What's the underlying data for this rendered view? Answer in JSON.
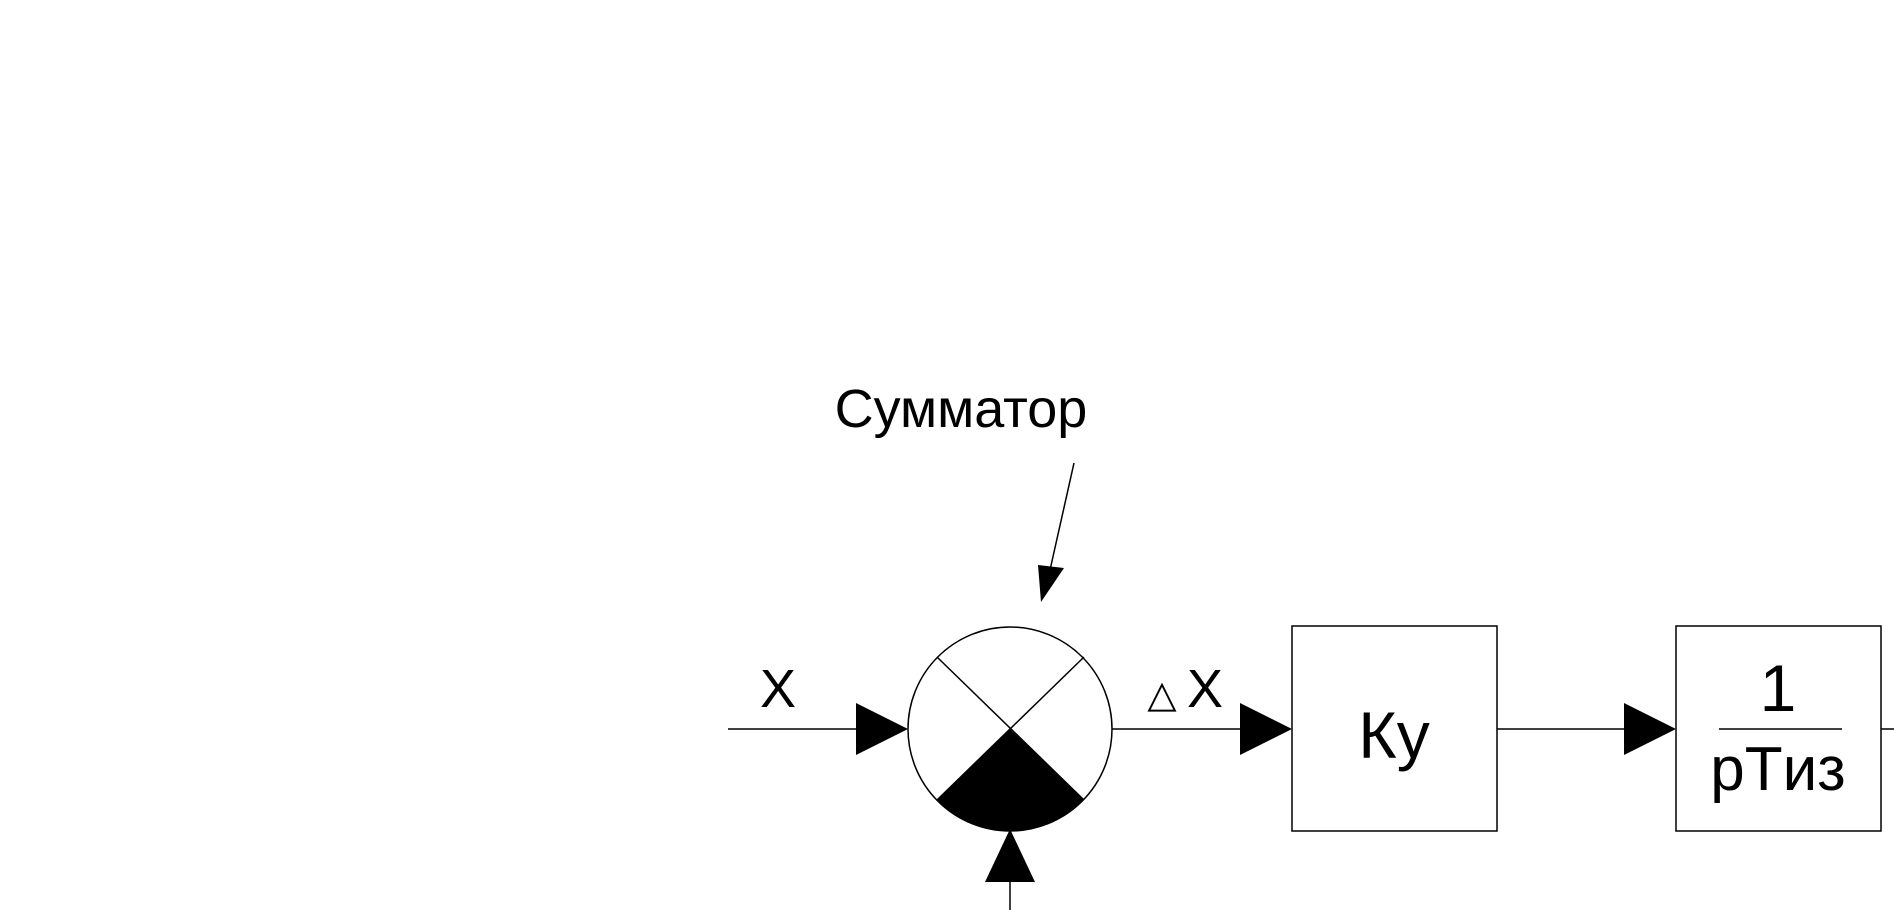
{
  "diagram": {
    "summator_label": "Сумматор",
    "input_label": "X",
    "error_symbol": "△",
    "error_label": "X",
    "gain_block_label": "Ку",
    "integrator_numerator": "1",
    "integrator_denominator": "pTиз"
  },
  "colors": {
    "line": "#000000",
    "background": "#ffffff",
    "fill": "#000000"
  }
}
